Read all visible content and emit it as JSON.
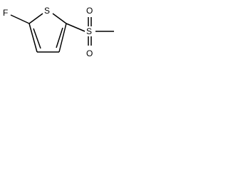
{
  "molecule": {
    "atoms": {
      "fluorine": "F",
      "ring_sulfur": "S",
      "sulfonyl_sulfur": "S",
      "oxygen_top": "O",
      "oxygen_bottom": "O"
    }
  }
}
